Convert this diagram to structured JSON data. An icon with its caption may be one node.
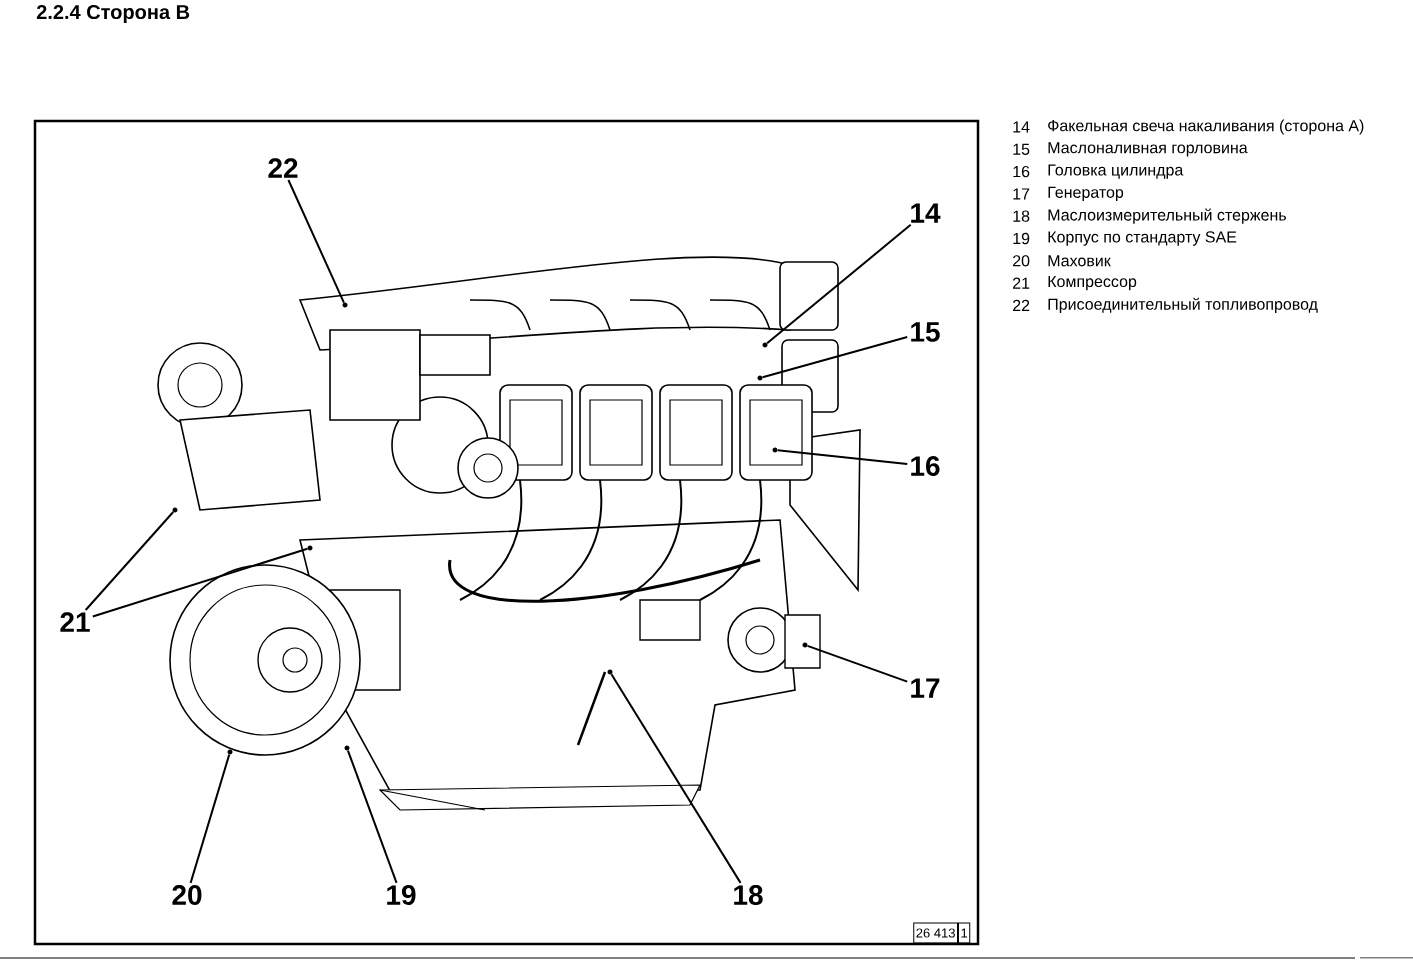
{
  "diagram": {
    "title": "2.2.4 Сторона B",
    "nodes": [
      {
        "text": [
          "22"
        ]
      },
      {
        "text": [
          "14"
        ]
      },
      {
        "text": [
          "15"
        ]
      },
      {
        "text": [
          "16"
        ]
      },
      {
        "text": [
          "21"
        ]
      },
      {
        "text": [
          "17"
        ]
      },
      {
        "text": [
          "20"
        ]
      },
      {
        "text": [
          "19"
        ]
      },
      {
        "text": [
          "18"
        ]
      },
      {
        "text": [],
        "shape": "circle"
      },
      {
        "text": [],
        "shape": "circle"
      },
      {
        "text": [],
        "shape": "circle"
      },
      {
        "text": [],
        "shape": "circle"
      },
      {
        "text": [],
        "shape": "circle"
      },
      {
        "text": [],
        "shape": "circle"
      },
      {
        "text": [],
        "shape": "circle"
      },
      {
        "text": [],
        "shape": "circle"
      },
      {
        "text": [],
        "shape": "circle"
      },
      {
        "text": [],
        "shape": "circle"
      }
    ],
    "edges": [
      {
        "from": 0,
        "to": 9,
        "arrow": "none"
      },
      {
        "from": 1,
        "to": 10,
        "arrow": "none"
      },
      {
        "from": 2,
        "to": 11,
        "arrow": "none"
      },
      {
        "from": 3,
        "to": 12,
        "arrow": "none"
      },
      {
        "from": 4,
        "to": 13,
        "arrow": "none"
      },
      {
        "from": 4,
        "to": 14,
        "arrow": "none"
      },
      {
        "from": 5,
        "to": 15,
        "arrow": "none"
      },
      {
        "from": 6,
        "to": 16,
        "arrow": "none"
      },
      {
        "from": 7,
        "to": 17,
        "arrow": "none"
      },
      {
        "from": 8,
        "to": 18,
        "arrow": "none"
      }
    ],
    "labels": [
      "14",
      "Факельная свеча накаливания (сторона A)",
      "15",
      "Маслоналивная горловина",
      "16",
      "Головка цилиндра",
      "17",
      "Генератор",
      "18",
      "Маслоизмерительный стержень",
      "19",
      "Корпус по стандарту SAE",
      "20",
      "Маховик",
      "21",
      "Компрессор",
      "22",
      "Присоединительный топливопровод",
      "26 413",
      "1"
    ]
  }
}
